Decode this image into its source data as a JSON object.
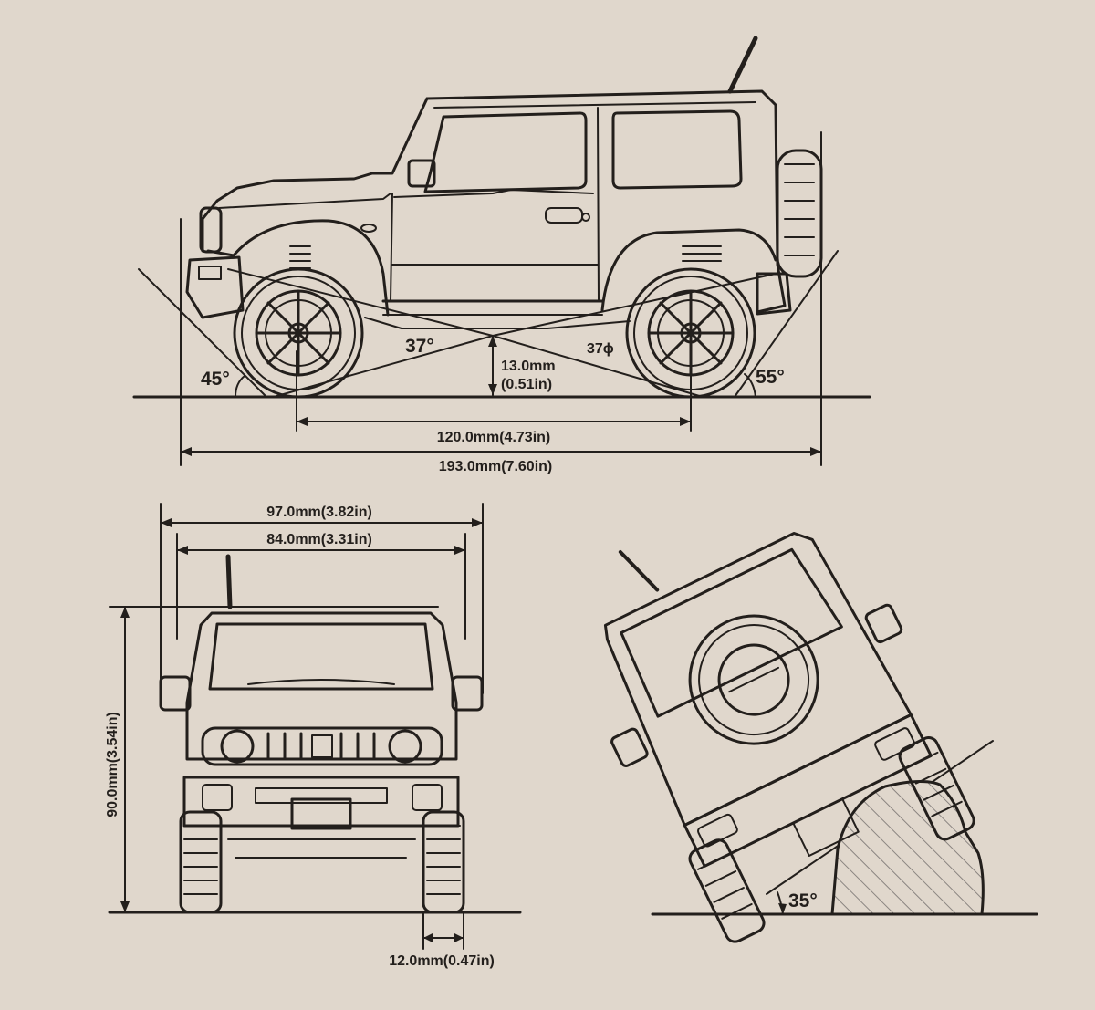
{
  "side_view": {
    "approach_angle": "45°",
    "breakover_angle": "37°",
    "breakover_angle_small": "37ɸ",
    "departure_angle": "55°",
    "ground_clearance_mm": "13.0mm",
    "ground_clearance_in": "(0.51in)",
    "wheelbase": "120.0mm(4.73in)",
    "overall_length": "193.0mm(7.60in)"
  },
  "front_view": {
    "overall_width": "97.0mm(3.82in)",
    "tread_width": "84.0mm(3.31in)",
    "overall_height": "90.0mm(3.54in)",
    "tire_width": "12.0mm(0.47in)"
  },
  "tilt_view": {
    "tilt_angle": "35°"
  },
  "colors": {
    "background": "#e0d7cc",
    "ink": "#231f1c"
  }
}
